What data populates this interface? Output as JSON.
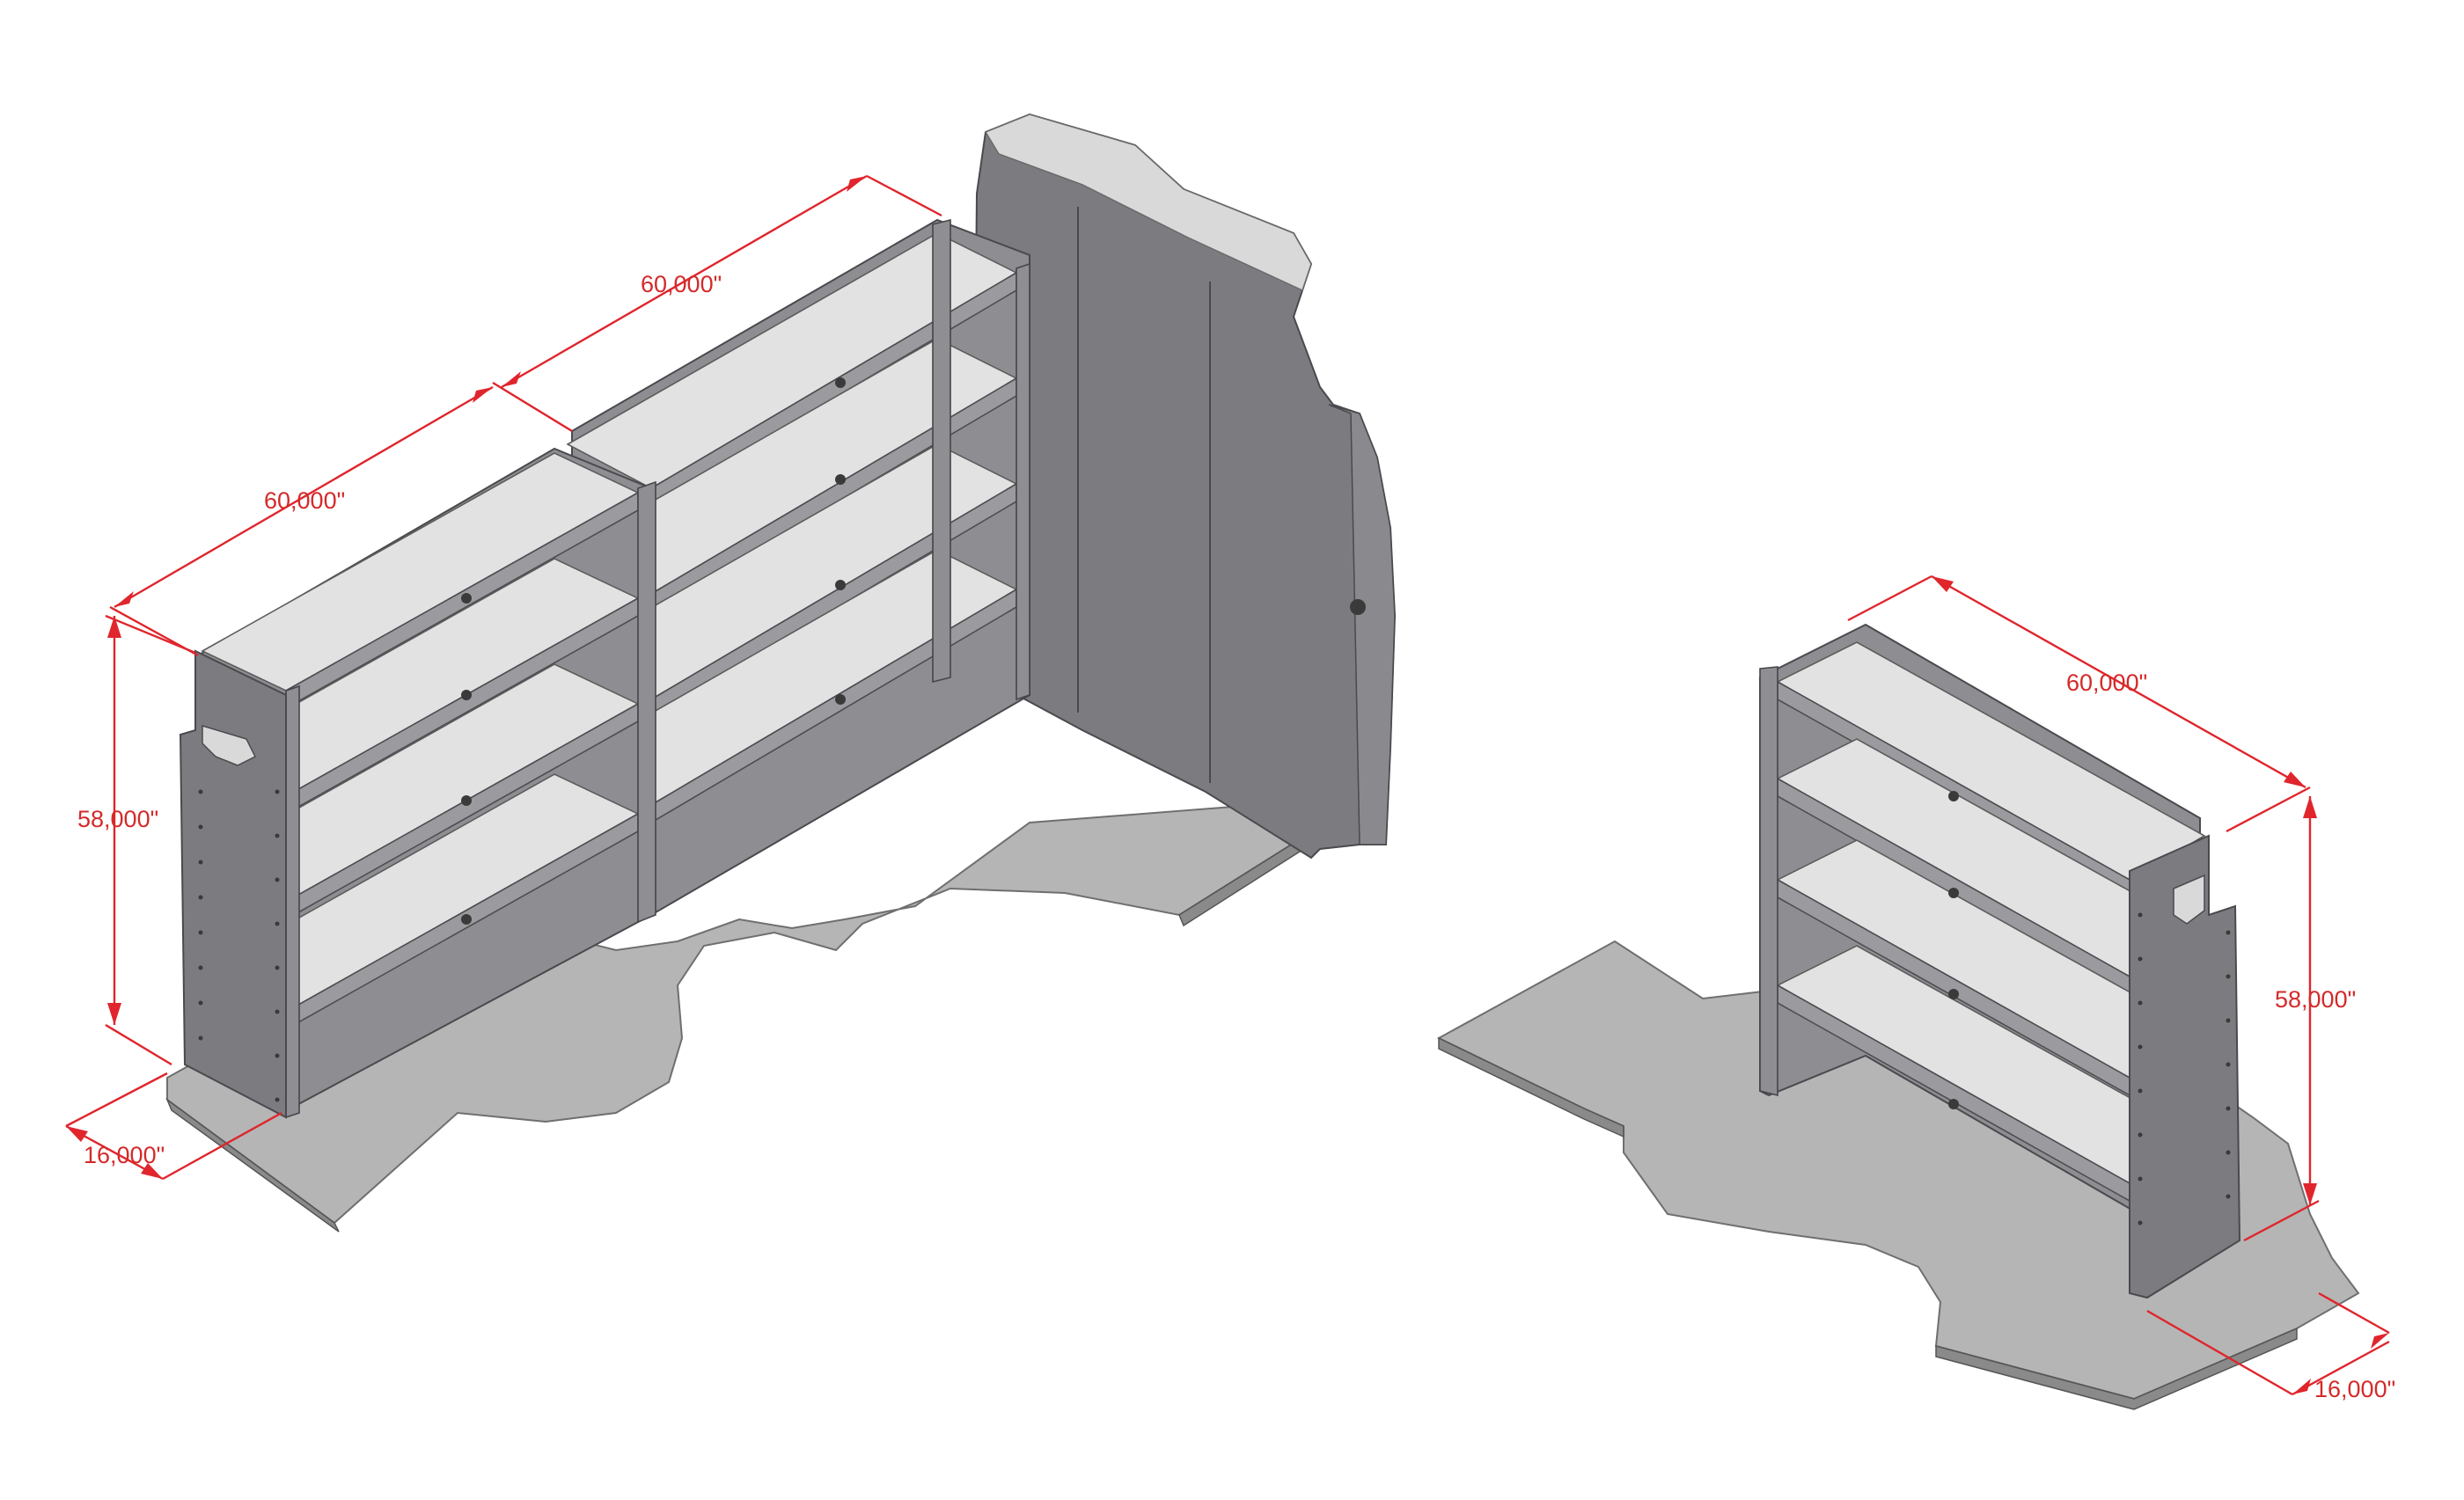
{
  "dimensions": {
    "left_unit": {
      "width_rear": "60,000\"",
      "width_front": "60,000\"",
      "height": "58,000\"",
      "depth": "16,000\""
    },
    "right_unit": {
      "width": "60,000\"",
      "height": "58,000\"",
      "depth": "16,000\""
    }
  },
  "colors": {
    "dimension": "#e0252c",
    "floor": "#b5b5b5",
    "panel": "#7c7c80",
    "shelf": "#e2e2e2"
  }
}
